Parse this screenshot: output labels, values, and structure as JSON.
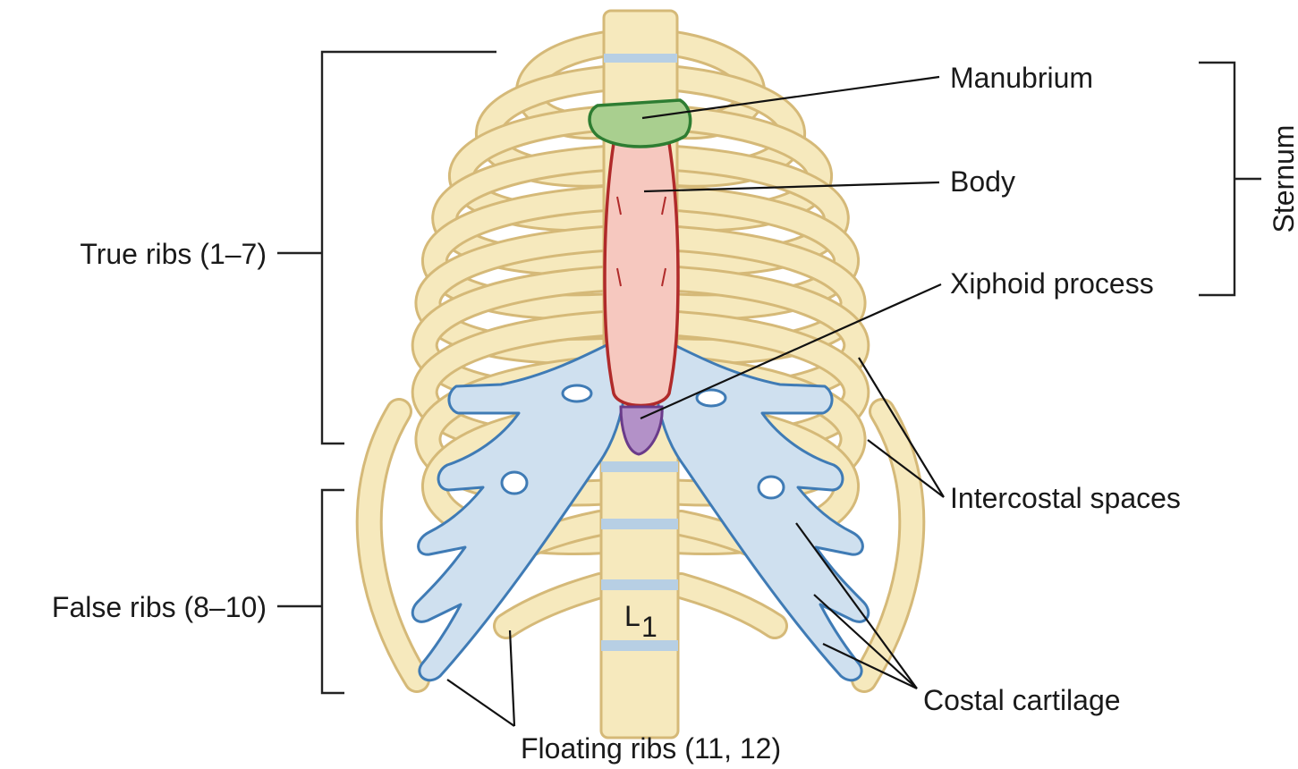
{
  "colors": {
    "bone": "#f6e9bd",
    "bone_outline": "#d5b978",
    "cartilage": "#cfe0ef",
    "cartilage_outline": "#3f7bb5",
    "manubrium": "#a9cf8f",
    "manubrium_outline": "#2e7d32",
    "body": "#f6c8bf",
    "body_outline": "#b02a2a",
    "xiphoid": "#b391c8",
    "xiphoid_outline": "#6a3b8a",
    "vertebral_disc": "#b7cfe4"
  },
  "labels": {
    "manubrium": "Manubrium",
    "body": "Body",
    "xiphoid": "Xiphoid process",
    "sternum": "Sternum",
    "true_ribs": "True ribs (1–7)",
    "false_ribs": "False ribs (8–10)",
    "intercostal": "Intercostal spaces",
    "costal": "Costal cartilage",
    "floating": "Floating ribs (11, 12)",
    "vertebra_letter": "L",
    "vertebra_sub": "1"
  }
}
